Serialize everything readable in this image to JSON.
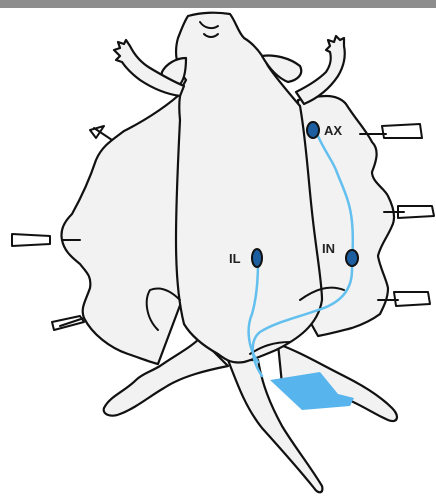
{
  "labels": {
    "axillary": "AX",
    "iliac": "IL",
    "inguinal": "IN"
  },
  "colors": {
    "vessel": "#63bfee",
    "node": "#1c5ea0",
    "implant": "#57b4ec",
    "outline": "#111111",
    "skin": "#f2f2f2"
  },
  "icons": [
    "pin-icon"
  ]
}
